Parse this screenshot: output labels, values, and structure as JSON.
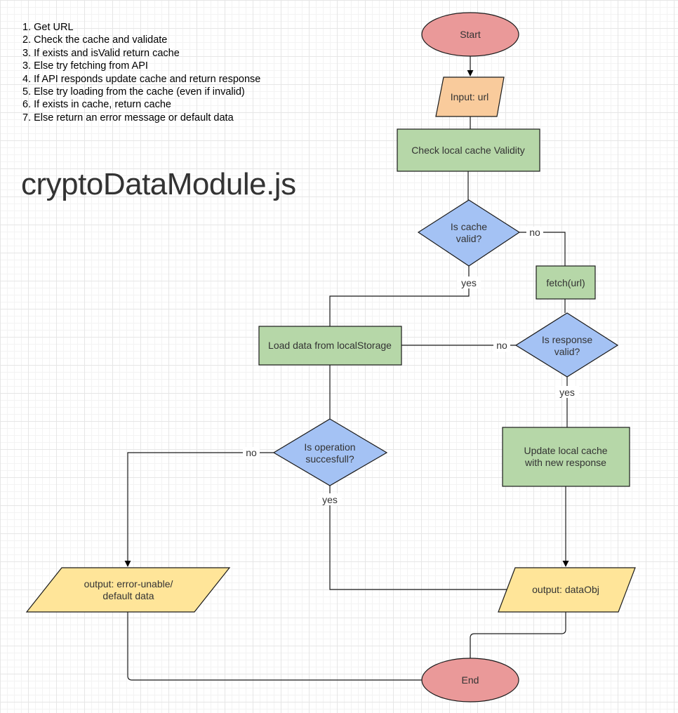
{
  "title": "cryptoDataModule.js",
  "steps": [
    "1. Get URL",
    "2. Check the cache and validate",
    "3. If exists and isValid return cache",
    "3. Else try fetching from API",
    "4. If API responds update cache and return response",
    "5. Else try loading from the cache (even if invalid)",
    "6. If exists in cache, return cache",
    "7. Else return an error message or default data"
  ],
  "nodes": {
    "start": {
      "label": "Start",
      "shape": "ellipse",
      "color": "#ea9999"
    },
    "input": {
      "label": "Input: url",
      "shape": "parallelogram",
      "color": "#f9cb9c"
    },
    "check_cache": {
      "label": "Check local cache Validity",
      "shape": "rectangle",
      "color": "#b6d7a8"
    },
    "cache_valid": {
      "lines": [
        "Is cache",
        "valid?"
      ],
      "shape": "diamond",
      "color": "#a4c2f4"
    },
    "fetch": {
      "label": "fetch(url)",
      "shape": "rectangle",
      "color": "#b6d7a8"
    },
    "response_valid": {
      "lines": [
        "Is response",
        "valid?"
      ],
      "shape": "diamond",
      "color": "#a4c2f4"
    },
    "load_storage": {
      "label": "Load data from localStorage",
      "shape": "rectangle",
      "color": "#b6d7a8"
    },
    "operation_ok": {
      "lines": [
        "Is operation",
        "succesfull?"
      ],
      "shape": "diamond",
      "color": "#a4c2f4"
    },
    "update_cache": {
      "lines": [
        "Update local cache",
        "with new response"
      ],
      "shape": "rectangle",
      "color": "#b6d7a8"
    },
    "output_error": {
      "lines": [
        "output: error-unable/",
        "default data"
      ],
      "shape": "parallelogram",
      "color": "#ffe599"
    },
    "output_data": {
      "label": "output: dataObj",
      "shape": "parallelogram",
      "color": "#ffe599"
    },
    "end": {
      "label": "End",
      "shape": "ellipse",
      "color": "#ea9999"
    }
  },
  "edge_labels": {
    "cache_no": "no",
    "cache_yes": "yes",
    "response_no": "no",
    "response_yes": "yes",
    "operation_no": "no",
    "operation_yes": "yes"
  },
  "colors": {
    "stroke": "#1a1a1a",
    "text": "#333333"
  }
}
